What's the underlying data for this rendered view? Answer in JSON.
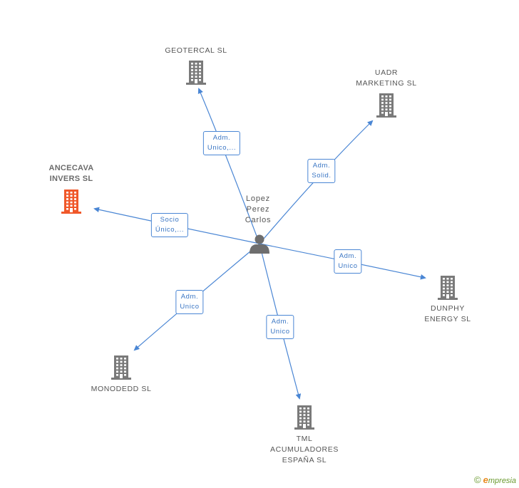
{
  "center": {
    "lines": [
      "Lopez",
      "Perez",
      "Carlos"
    ],
    "icon": "person-icon"
  },
  "nodes": [
    {
      "id": "geotercal",
      "lines": [
        "GEOTERCAL SL"
      ],
      "icon": "building-icon",
      "color": "#7a7a7a",
      "role": "Adm.\nUnico,..."
    },
    {
      "id": "uadr",
      "lines": [
        "UADR",
        "MARKETING SL"
      ],
      "icon": "building-icon",
      "color": "#7a7a7a",
      "role": "Adm.\nSolid."
    },
    {
      "id": "ancecava",
      "lines": [
        "ANCECAVA",
        "INVERS SL"
      ],
      "icon": "building-icon",
      "color": "#f0582a",
      "role": "Socio\nÚnico,..."
    },
    {
      "id": "dunphy",
      "lines": [
        "DUNPHY",
        "ENERGY SL"
      ],
      "icon": "building-icon",
      "color": "#7a7a7a",
      "role": "Adm.\nUnico"
    },
    {
      "id": "monodedd",
      "lines": [
        "MONODEDD SL"
      ],
      "icon": "building-icon",
      "color": "#7a7a7a",
      "role": "Adm.\nUnico"
    },
    {
      "id": "tml",
      "lines": [
        "TML",
        "ACUMULADORES",
        "ESPAÑA SL"
      ],
      "icon": "building-icon",
      "color": "#7a7a7a",
      "role": "Adm.\nUnico"
    }
  ],
  "footer": {
    "copyright": "©",
    "brand_first": "e",
    "brand_rest": "mpresia"
  },
  "colors": {
    "edge": "#4a86d4",
    "accent": "#f0582a",
    "icon": "#7a7a7a"
  }
}
